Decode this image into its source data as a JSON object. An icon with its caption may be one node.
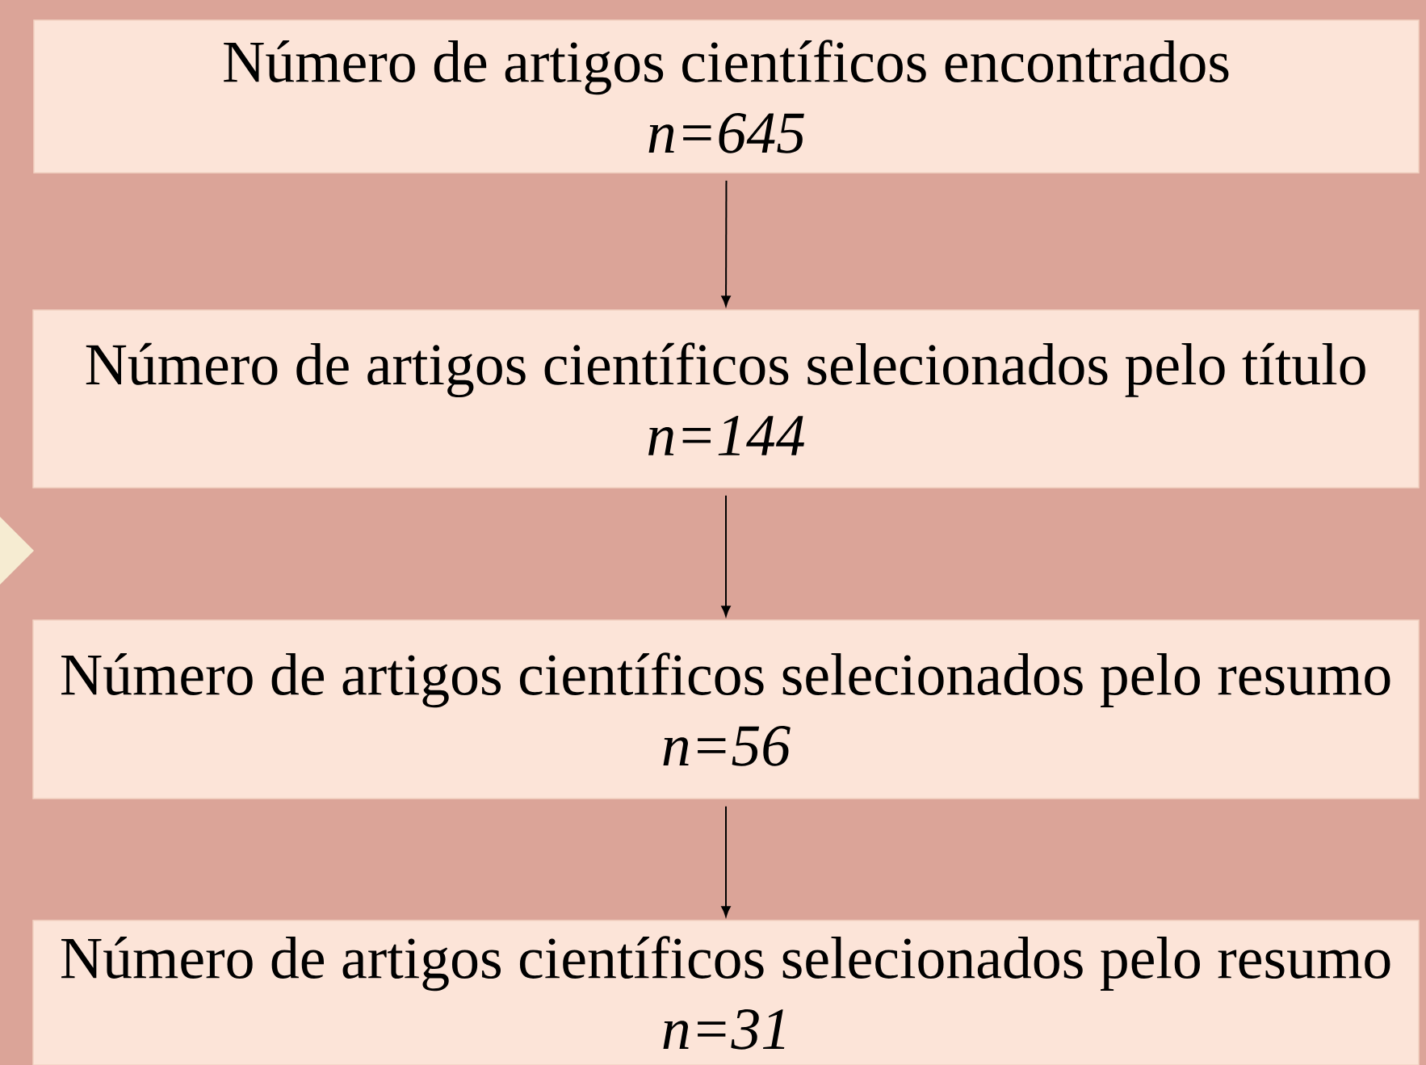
{
  "diagram": {
    "nodes": [
      {
        "text": [
          "Número de artigos científicos encontrados",
          "n=645"
        ]
      },
      {
        "text": [
          "Número de artigos científicos selecionados pelo título",
          "n=144"
        ]
      },
      {
        "text": [
          "Número de artigos científicos selecionados pelo resumo",
          "n=56"
        ]
      },
      {
        "text": [
          "Número de artigos científicos selecionados pelo resumo",
          "n=31"
        ]
      },
      {
        "text": [],
        "shape": "triangle"
      }
    ],
    "edges": [
      {
        "from": 0,
        "to": 1,
        "arrow": "to"
      },
      {
        "from": 1,
        "to": 2,
        "arrow": "to"
      },
      {
        "from": 2,
        "to": 3,
        "arrow": "to"
      }
    ]
  }
}
